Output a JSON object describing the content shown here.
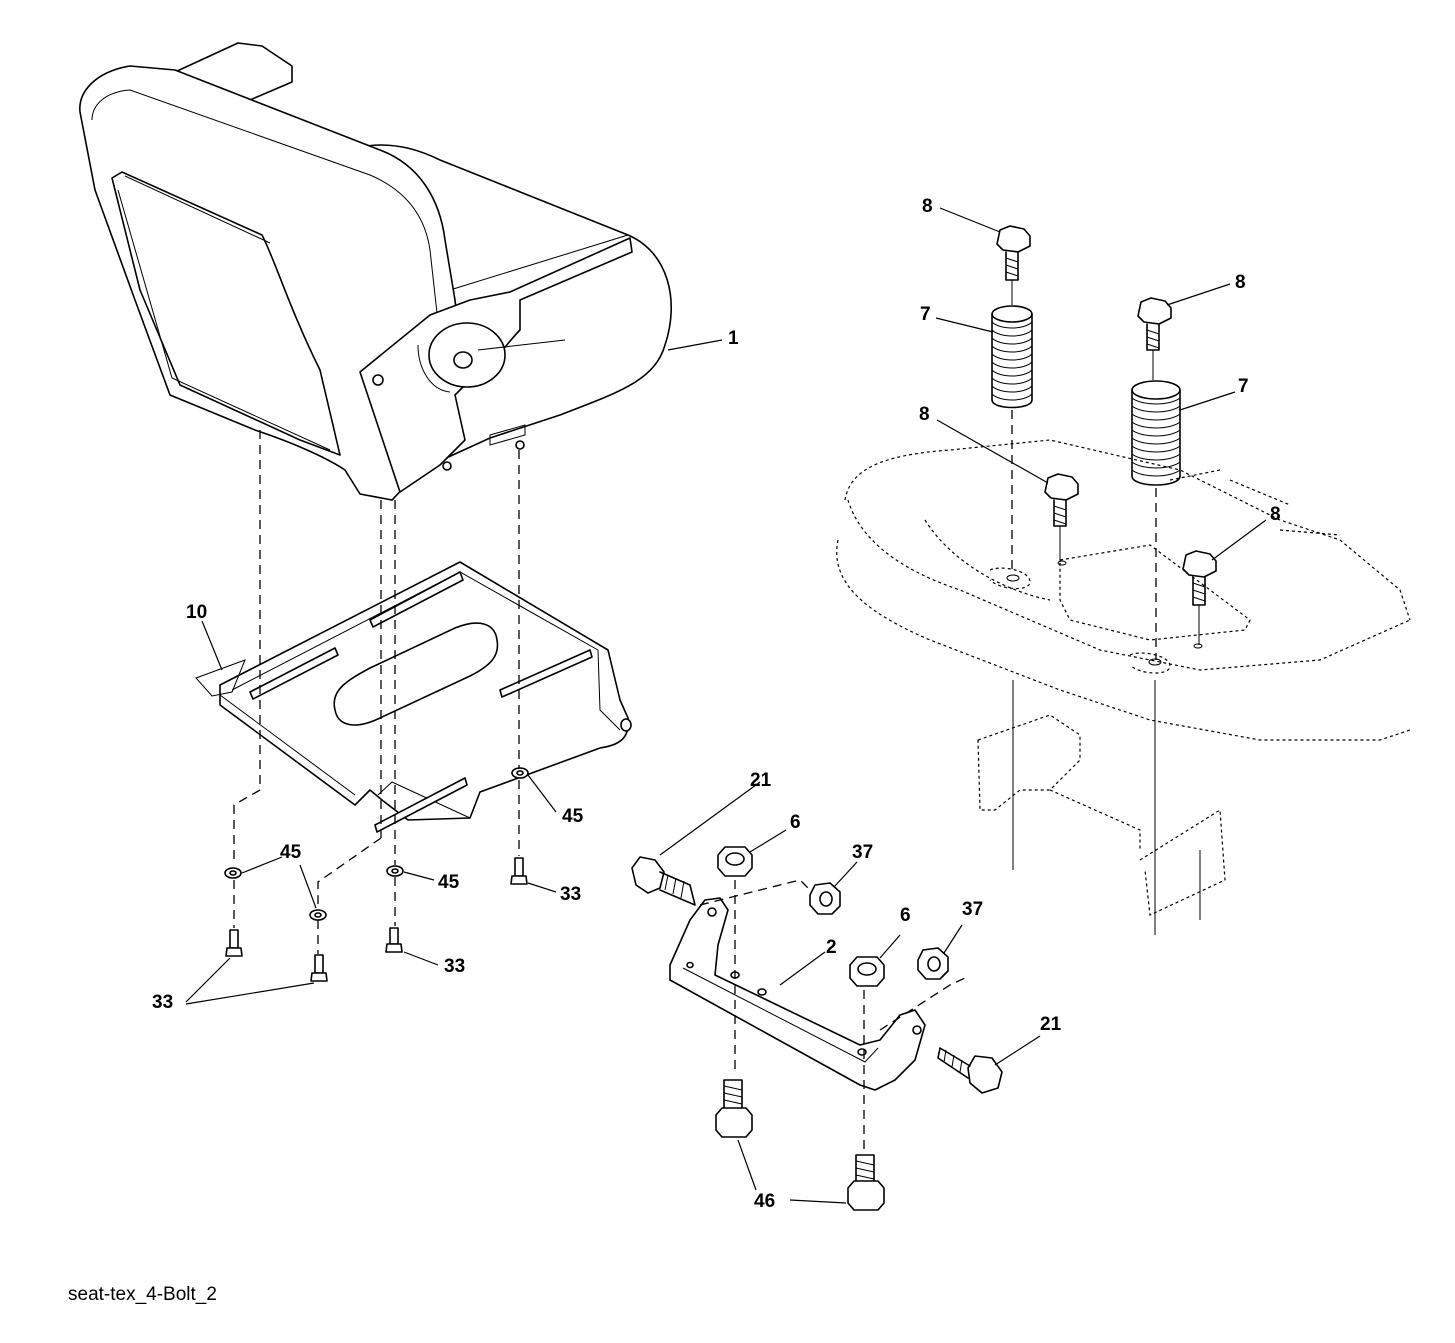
{
  "caption": "seat-tex_4-Bolt_2",
  "callouts": {
    "c1": "1",
    "c2": "2",
    "c6a": "6",
    "c6b": "6",
    "c7a": "7",
    "c7b": "7",
    "c8a": "8",
    "c8b": "8",
    "c8c": "8",
    "c8d": "8",
    "c10": "10",
    "c21a": "21",
    "c21b": "21",
    "c33a": "33",
    "c33b": "33",
    "c33c": "33",
    "c37a": "37",
    "c37b": "37",
    "c45a": "45",
    "c45b": "45",
    "c45c": "45",
    "c46": "46"
  }
}
